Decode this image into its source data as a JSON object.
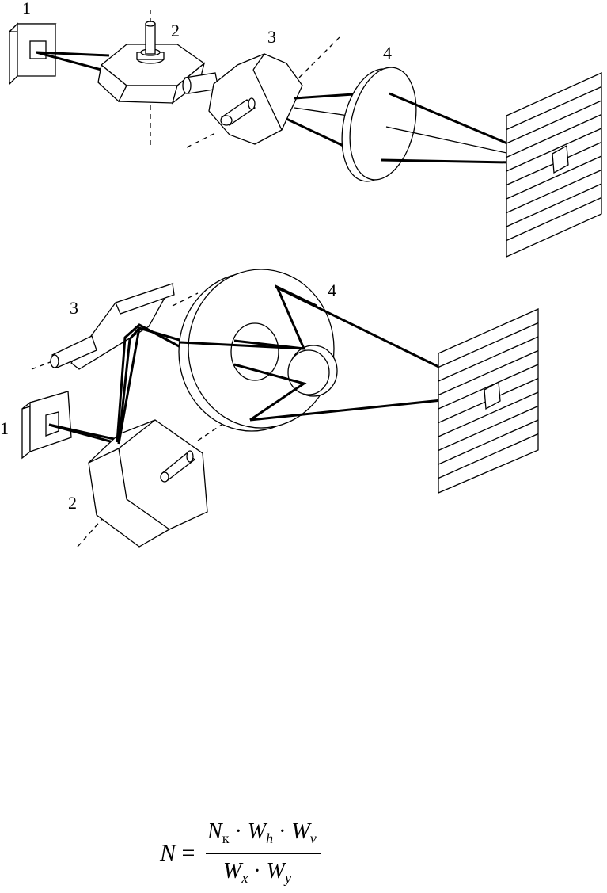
{
  "diagram_top": {
    "labels": [
      "1",
      "2",
      "3",
      "4"
    ]
  },
  "diagram_bottom": {
    "labels": [
      "1",
      "2",
      "3",
      "4"
    ]
  },
  "formula": {
    "lhs": "N",
    "equals": "=",
    "num_a": "N",
    "num_a_sub": "к",
    "dot": "·",
    "num_b": "W",
    "num_b_sub": "h",
    "num_c": "W",
    "num_c_sub": "v",
    "den_a": "W",
    "den_a_sub": "x",
    "den_b": "W",
    "den_b_sub": "y"
  }
}
